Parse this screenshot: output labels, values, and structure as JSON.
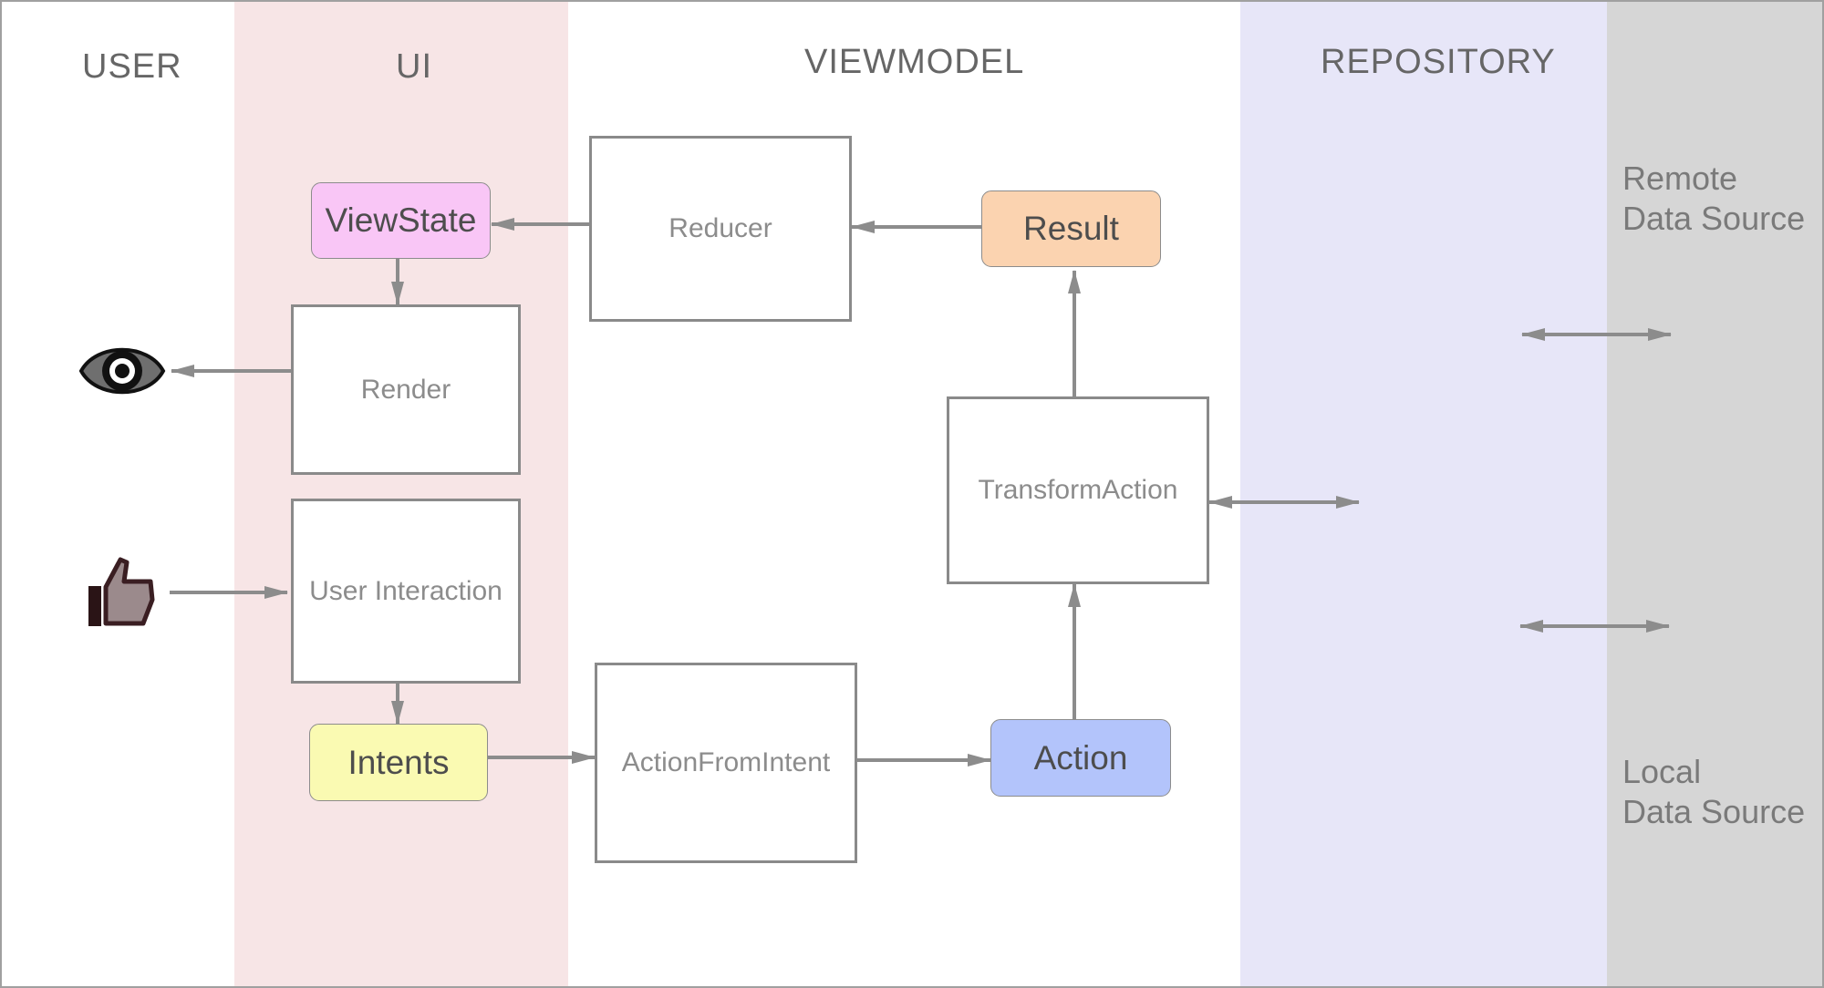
{
  "lanes": {
    "user": "USER",
    "ui": "UI",
    "viewmodel": "VIEWMODEL",
    "repository": "REPOSITORY"
  },
  "nodes": {
    "viewstate": "ViewState",
    "render": "Render",
    "user_interaction": "User Interaction",
    "intents": "Intents",
    "reducer": "Reducer",
    "result": "Result",
    "transform_action": "TransformAction",
    "action_from_intent": "ActionFromIntent",
    "action": "Action"
  },
  "data_sources": {
    "remote_line1": "Remote",
    "remote_line2": "Data Source",
    "local_line1": "Local",
    "local_line2": "Data Source"
  },
  "icons": {
    "eye": "eye-icon",
    "thumbs_up": "thumbs-up-icon"
  },
  "colors": {
    "ui_lane": "#f7e5e6",
    "repository_lane": "#e7e6f8",
    "data_source_lane": "#d6d6d6",
    "viewstate": "#f9c6f6",
    "intents": "#fafab2",
    "result": "#fbd3b0",
    "action": "#b3c4fb",
    "arrow": "#8c8c8c"
  }
}
